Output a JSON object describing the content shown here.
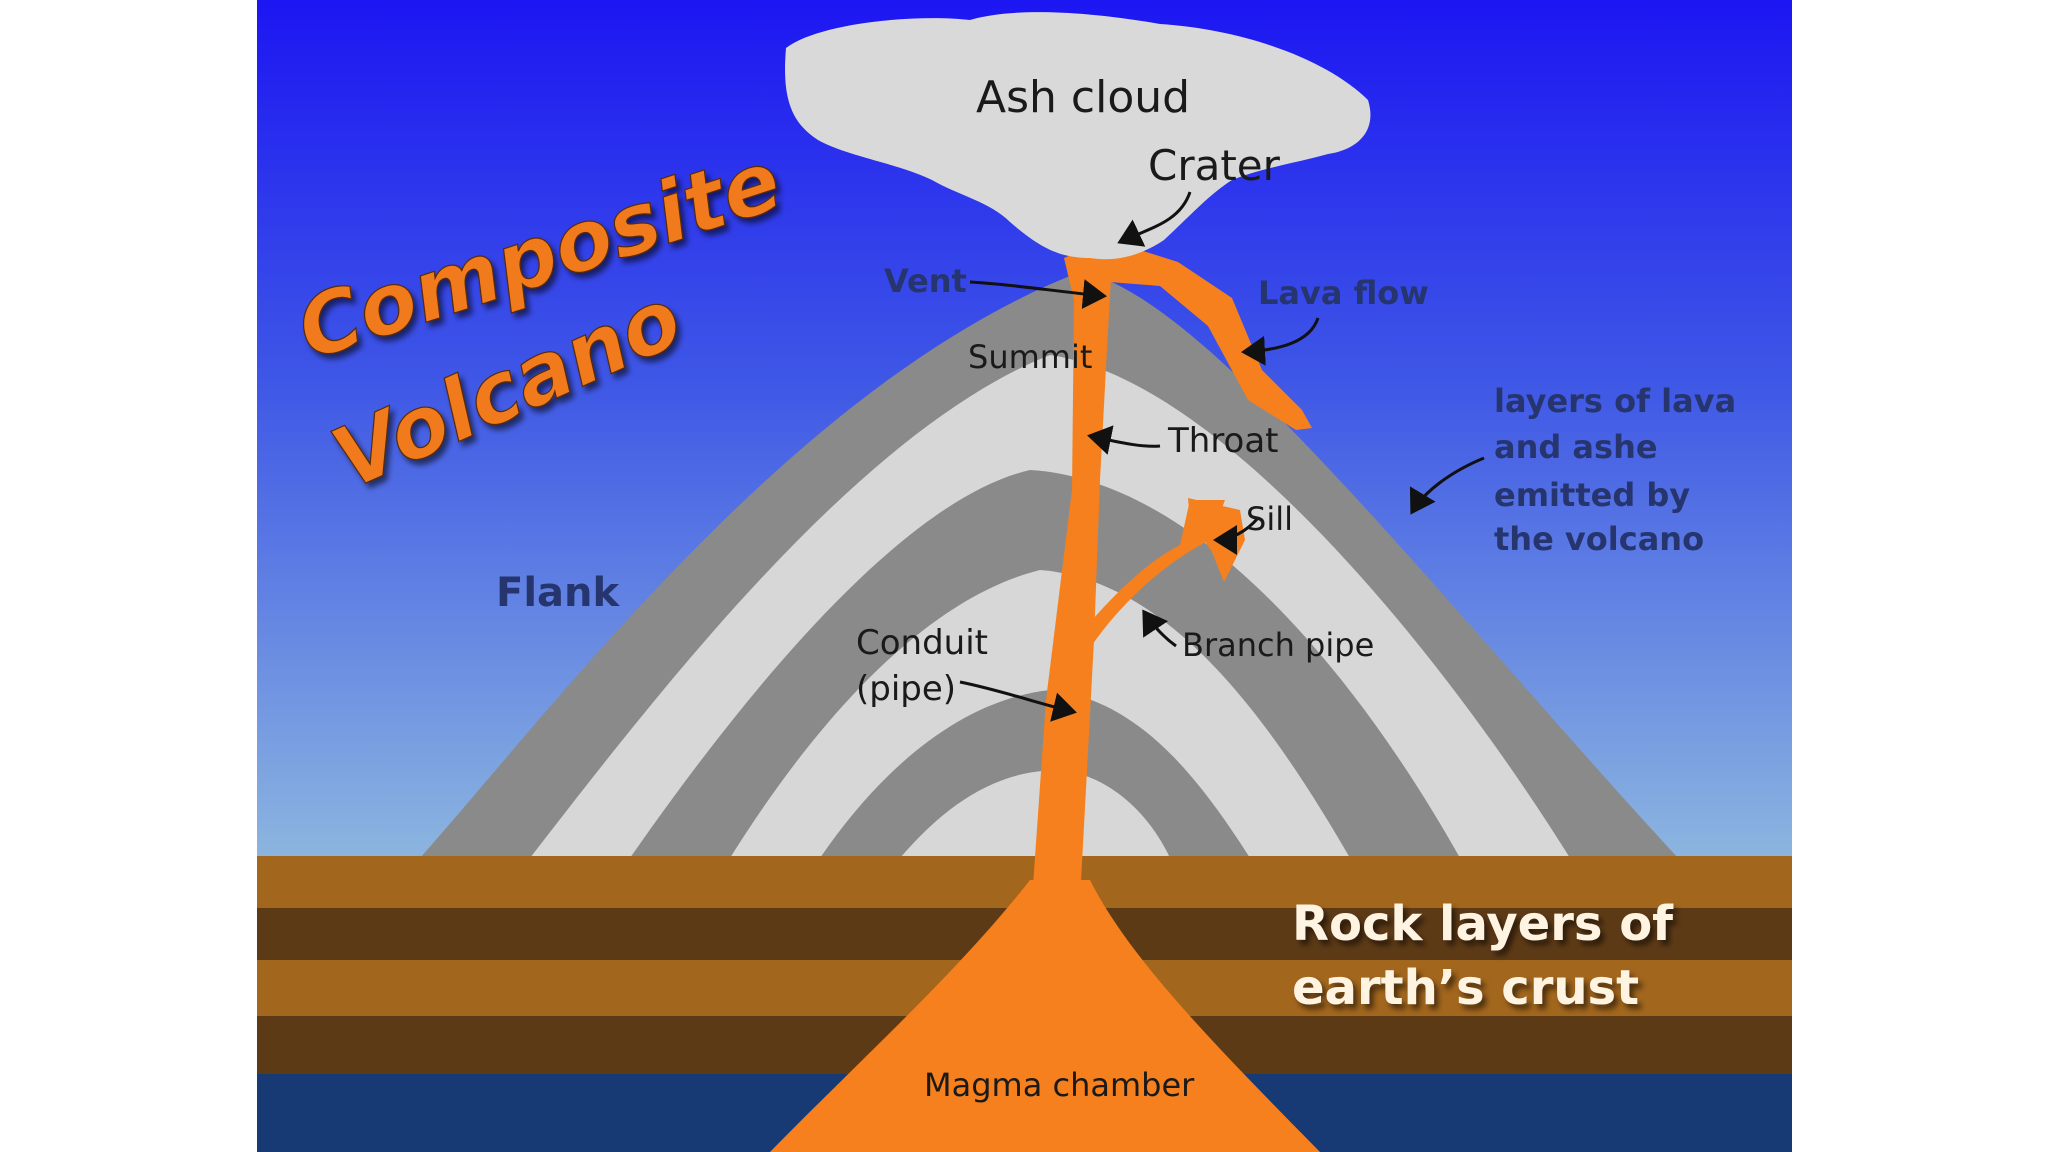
{
  "title": {
    "line1": "Composite",
    "line2": "Volcano"
  },
  "labels": {
    "ash_cloud": "Ash cloud",
    "crater": "Crater",
    "vent": "Vent",
    "lava_flow": "Lava flow",
    "summit": "Summit",
    "throat": "Throat",
    "sill": "Sill",
    "flank": "Flank",
    "conduit_line1": "Conduit",
    "conduit_line2": "(pipe)",
    "branch_pipe": "Branch pipe",
    "layers_line1": "layers of lava",
    "layers_line2": "and ashe",
    "layers_line3": "emitted by",
    "layers_line4": "the volcano",
    "rock_line1": "Rock layers of",
    "rock_line2": "earth’s crust",
    "magma_chamber": "Magma chamber"
  },
  "colors": {
    "sky_top": "#1c16f2",
    "sky_bottom": "#88b4df",
    "cone_dark": "#8a8a8a",
    "cone_light": "#d7d7d7",
    "lava": "#f5801d",
    "ash": "#d9d9d9",
    "rock_light": "#a2661d",
    "rock_dark": "#5d3a16",
    "deep": "#173a75"
  }
}
